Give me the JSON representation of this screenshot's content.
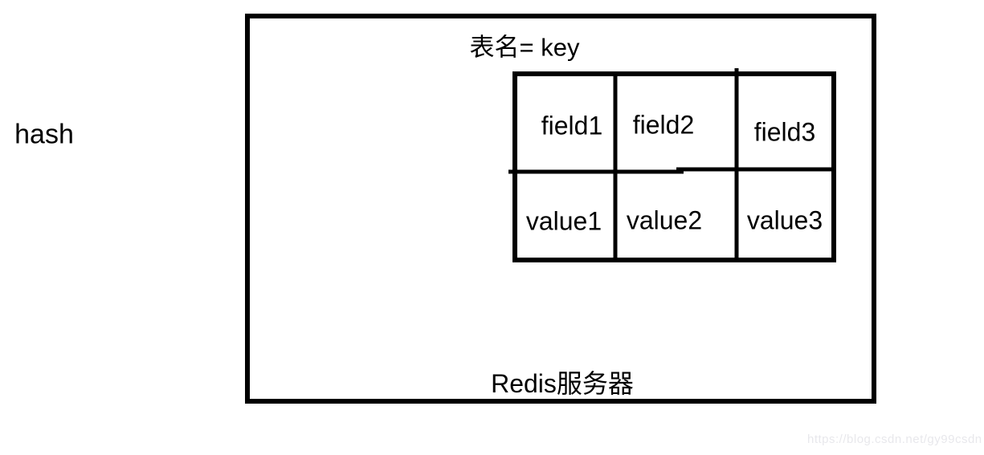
{
  "diagram": {
    "hash_label": "hash",
    "server_box": {
      "title": "表名= key",
      "footer": "Redis服务器"
    },
    "hash_table": {
      "rows": [
        {
          "cells": [
            "field1",
            "field2",
            "field3"
          ]
        },
        {
          "cells": [
            "value1",
            "value2",
            "value3"
          ]
        }
      ]
    },
    "stroke_color": "#000000"
  },
  "watermark": {
    "text": "https://blog.csdn.net/gy99csdn",
    "color": "#e8e8ec"
  },
  "page": {
    "background": "#ffffff"
  }
}
